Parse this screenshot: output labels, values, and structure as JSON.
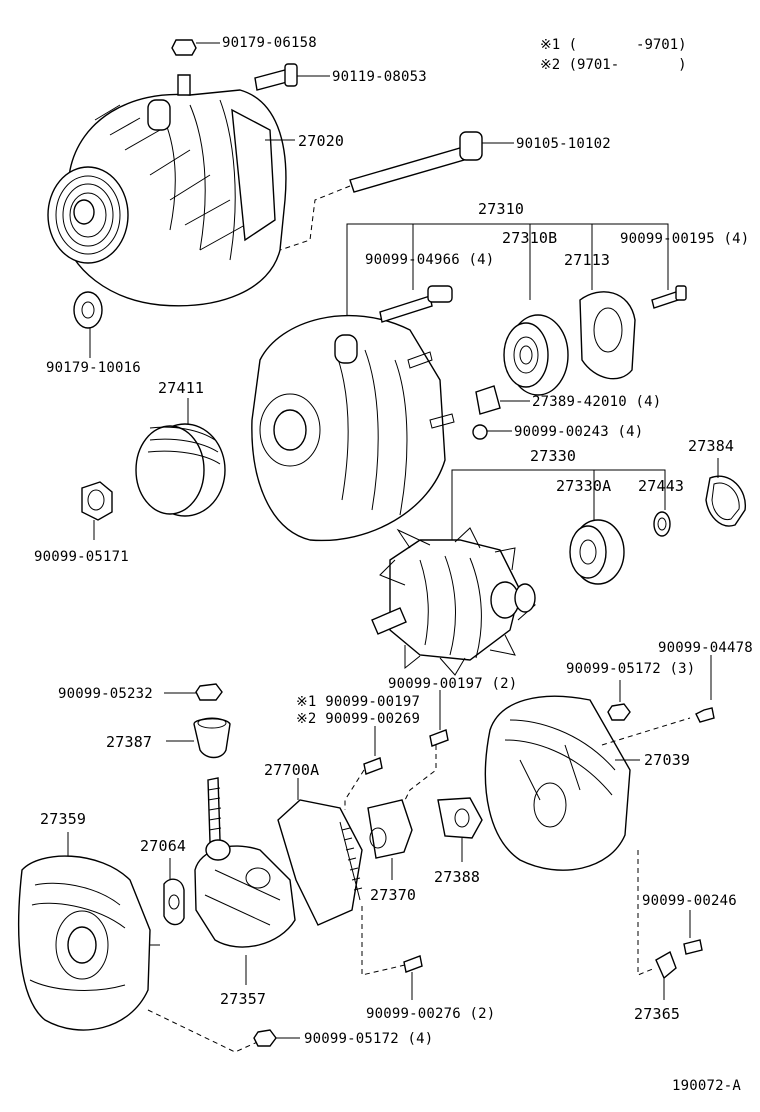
{
  "notes": {
    "n1": "※1 (       -9701)",
    "n2": "※2 (9701-       )"
  },
  "labels": {
    "p90179_06158": "90179-06158",
    "p90119_08053": "90119-08053",
    "p27020": "27020",
    "p90105_10102": "90105-10102",
    "p27310": "27310",
    "p27310B": "27310B",
    "p90099_00195": "90099-00195 (4)",
    "p90099_04966": "90099-04966 (4)",
    "p27113": "27113",
    "p90179_10016": "90179-10016",
    "p27411": "27411",
    "p27389_42010": "27389-42010 (4)",
    "p90099_00243": "90099-00243 (4)",
    "p27384": "27384",
    "p27330": "27330",
    "p27330A": "27330A",
    "p27443": "27443",
    "p90099_05171": "90099-05171",
    "p90099_04478": "90099-04478",
    "p90099_00197_2": "90099-00197 (2)",
    "p90099_05172_3": "90099-05172 (3)",
    "p90099_05232": "90099-05232",
    "p90099_00197_n1": "※1 90099-00197",
    "p90099_00269_n2": "※2 90099-00269",
    "p27387": "27387",
    "p27700A": "27700A",
    "p27039": "27039",
    "p27359": "27359",
    "p27064": "27064",
    "p27370": "27370",
    "p27388": "27388",
    "p90099_00246": "90099-00246",
    "p27357": "27357",
    "p90099_00276": "90099-00276 (2)",
    "p27365": "27365",
    "p90099_05172_4": "90099-05172 (4)",
    "figure_id": "190072-A"
  }
}
